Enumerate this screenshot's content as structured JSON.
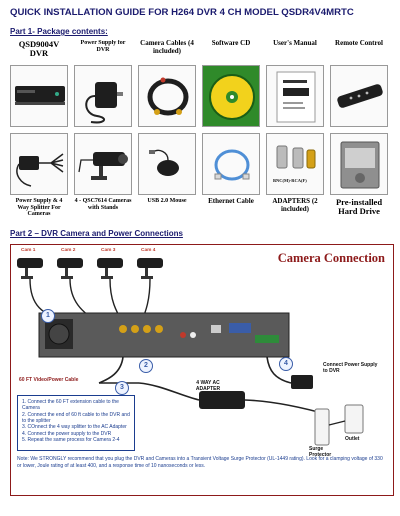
{
  "title": "QUICK INSTALLATION GUIDE FOR H264 DVR 4 CH MODEL QSDR4V4MRTC",
  "part1": {
    "heading": "Part 1- Package contents:"
  },
  "package_row1": [
    {
      "label": "QSD9004V DVR",
      "icon": "dvr-image"
    },
    {
      "label": "Power Supply for DVR",
      "icon": "power-adapter-image"
    },
    {
      "label": "Camera Cables (4 included)",
      "icon": "cable-reel-image"
    },
    {
      "label": "Software CD",
      "icon": "software-cd-image"
    },
    {
      "label": "User's Manual",
      "icon": "manual-image"
    },
    {
      "label": "Remote Control",
      "icon": "remote-control-image"
    }
  ],
  "package_row2": [
    {
      "label": "Power Supply & 4 Way Splitter For Cameras",
      "icon": "power-splitter-image"
    },
    {
      "label": "4 - QSC7614 Cameras with Stands",
      "icon": "camera-image"
    },
    {
      "label": "USB 2.0 Mouse",
      "icon": "mouse-image"
    },
    {
      "label": "Ethernet Cable",
      "icon": "ethernet-cable-image"
    },
    {
      "label": "ADAPTERS (2 included)",
      "icon": "adapters-image",
      "part_text": "BNC(M)-RCA(F)"
    },
    {
      "label": "Pre-installed Hard Drive",
      "icon": "hard-drive-image"
    }
  ],
  "part2": {
    "heading": "Part 2 – DVR Camera and Power Connections"
  },
  "diagram": {
    "title": "Camera Connection",
    "cameras": [
      "Cam 1",
      "Cam 2",
      "Cam 3",
      "Cam 4"
    ],
    "cable_label": "60 FT Video/Power Cable",
    "connect_power_label": "Connect Power Supply to DVR",
    "adapter_label": "4 WAY AC ADAPTER",
    "surge_label": "Surge Protector",
    "outlet_label": "Outlet",
    "step_numbers": [
      "1",
      "2",
      "3",
      "4"
    ],
    "steps": [
      "1. Connect the 60 FT extension cable to the Camera",
      "2. Connect the end of 60 ft cable to the DVR and to the splitter",
      "3. COnnect the 4 way splitter to the AC Adapter",
      "4. Connect the power supply to the DVR",
      "5. Repeat the same process for Camera 2-4"
    ],
    "warning": "Note: We STRONGLY recommend that you plug the DVR and Cameras into a Transient Voltage Surge Protector (UL-1449 rating). Look for a clamping voltage of 330 or lower, Joule rating of at least 400, and a response time of 10 nanoseconds or less."
  },
  "colors": {
    "heading_blue": "#1b1b6e",
    "diagram_red": "#8d1a1a",
    "steps_blue": "#1b3d8f"
  }
}
